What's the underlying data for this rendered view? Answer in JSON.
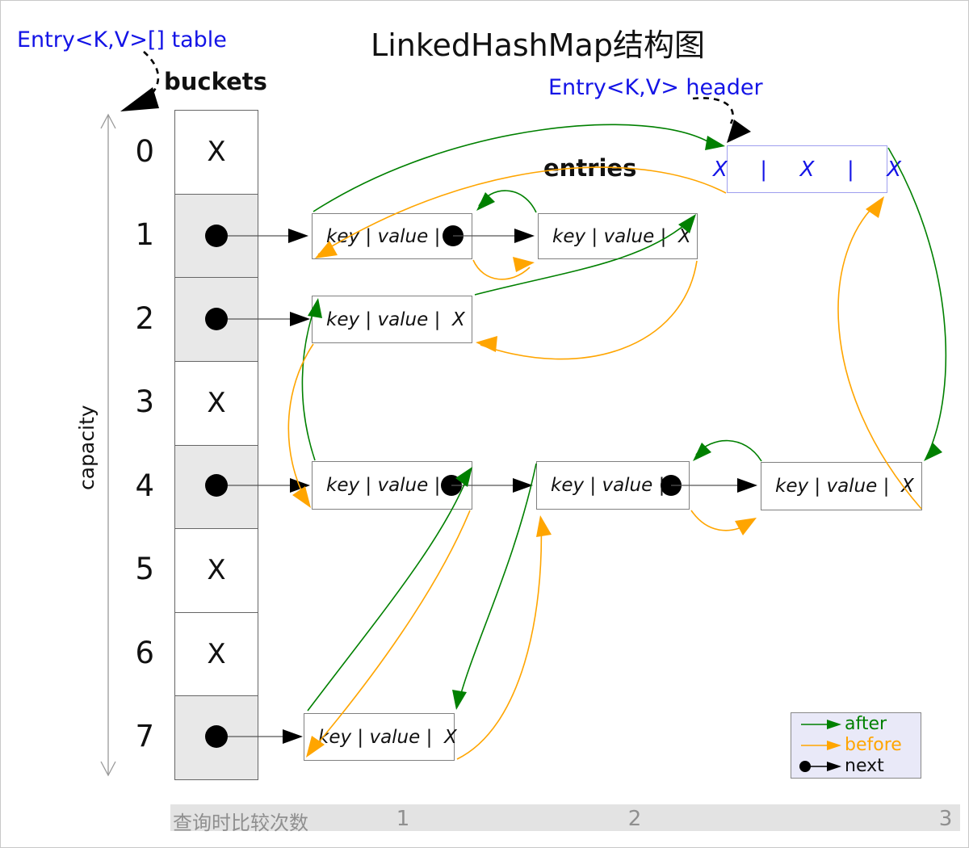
{
  "title": "LinkedHashMap结构图",
  "annotations": {
    "table_label": "Entry<K,V>[] table",
    "header_label": "Entry<K,V> header",
    "buckets_label": "buckets",
    "entries_label": "entries",
    "capacity_label": "capacity"
  },
  "bucket_array": {
    "rows": [
      {
        "index": "0",
        "content": "X",
        "has_pointer": false
      },
      {
        "index": "1",
        "content": "",
        "has_pointer": true
      },
      {
        "index": "2",
        "content": "",
        "has_pointer": true
      },
      {
        "index": "3",
        "content": "X",
        "has_pointer": false
      },
      {
        "index": "4",
        "content": "",
        "has_pointer": true
      },
      {
        "index": "5",
        "content": "X",
        "has_pointer": false
      },
      {
        "index": "6",
        "content": "X",
        "has_pointer": false
      },
      {
        "index": "7",
        "content": "",
        "has_pointer": true
      }
    ]
  },
  "header_node": {
    "text": "X  |  X  |  X"
  },
  "entry_nodes": [
    {
      "id": "bucket1-entry1",
      "text": "key | value |",
      "next": "dot"
    },
    {
      "id": "bucket1-entry2",
      "text": "key | value |  X",
      "next": "null"
    },
    {
      "id": "bucket2-entry1",
      "text": "key | value |  X",
      "next": "null"
    },
    {
      "id": "bucket4-entry1",
      "text": "key | value |",
      "next": "dot"
    },
    {
      "id": "bucket4-entry2",
      "text": "key | value |",
      "next": "dot"
    },
    {
      "id": "bucket4-entry3",
      "text": "key | value |  X",
      "next": "null"
    },
    {
      "id": "bucket7-entry1",
      "text": "key | value |  X",
      "next": "null"
    }
  ],
  "legend": {
    "items": [
      {
        "label": "after",
        "color": "#008000"
      },
      {
        "label": "before",
        "color": "#FFA500"
      },
      {
        "label": "next",
        "color": "#000000"
      }
    ]
  },
  "footer": {
    "label": "查询时比较次数",
    "values": [
      "1",
      "2",
      "3"
    ]
  },
  "colors": {
    "after_green": "#008000",
    "before_orange": "#FFA500",
    "pointer_blue": "#1414e6",
    "bucket_fill": "#e8e8e8",
    "legend_fill": "#e9e9f8",
    "footer_fill": "#e3e3e3"
  }
}
